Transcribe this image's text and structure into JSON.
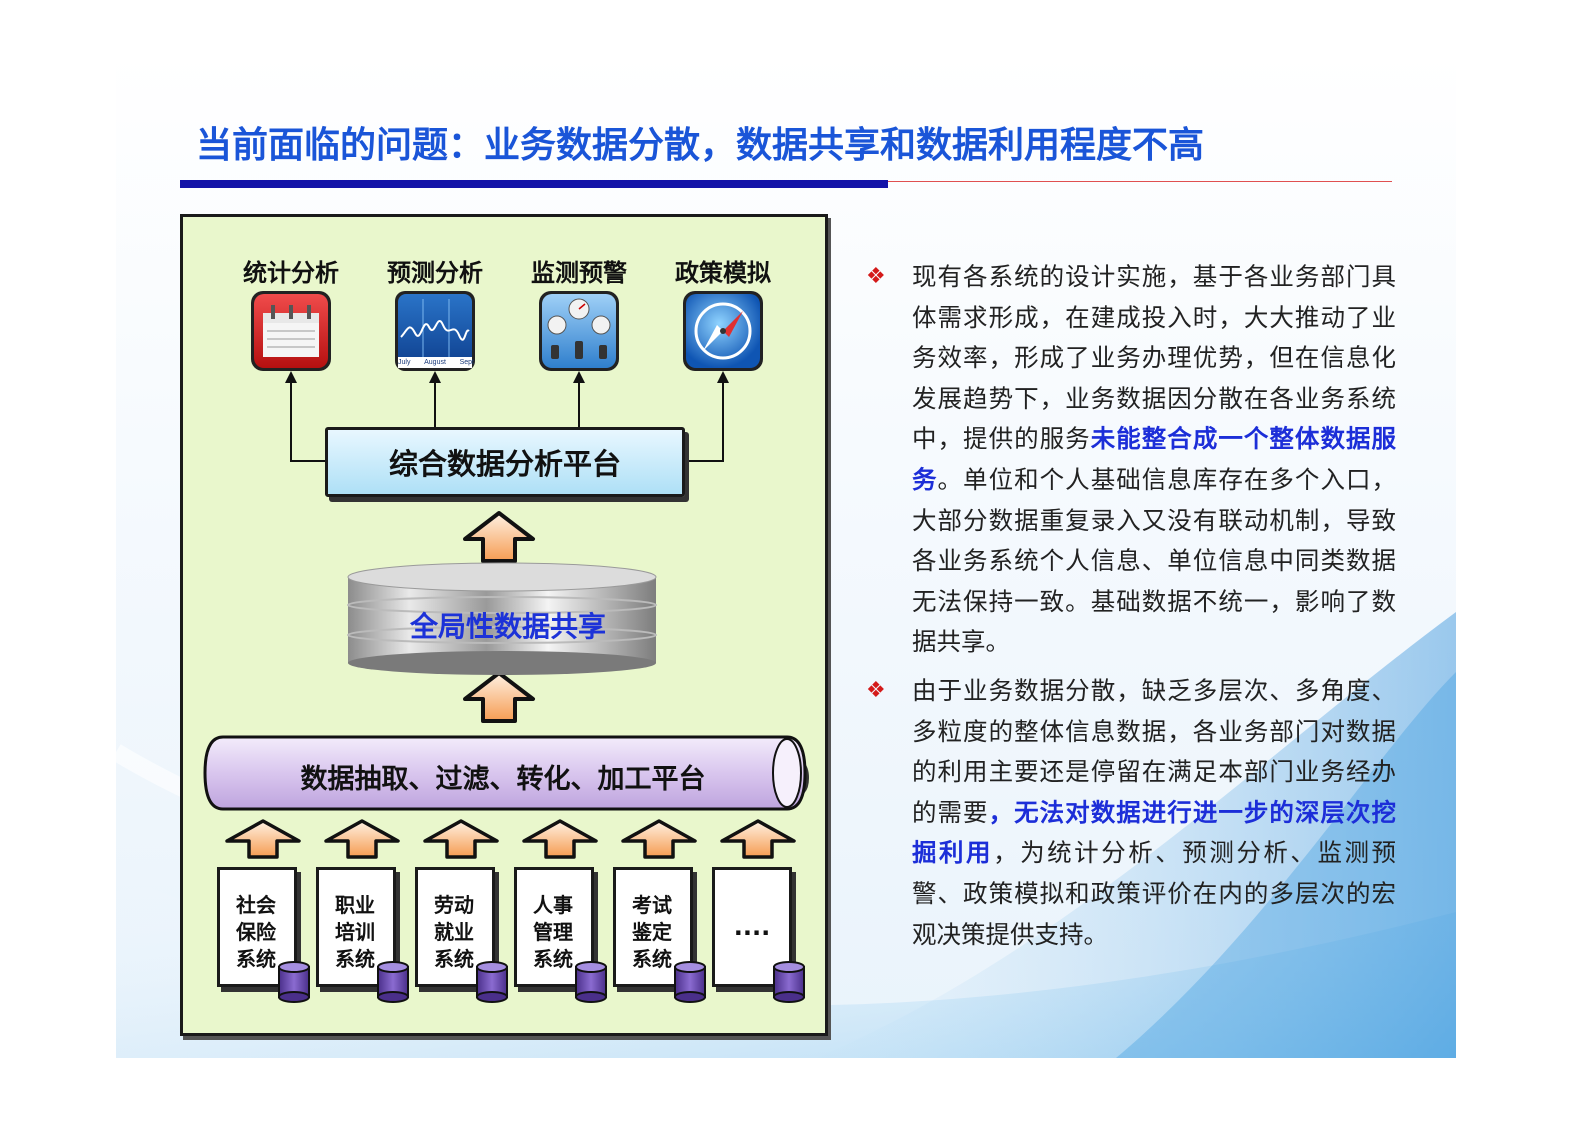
{
  "title": "当前面临的问题：业务数据分散，数据共享和数据利用程度不高",
  "diagram": {
    "apps": [
      {
        "label": "统计分析",
        "icon": "calendar-icon"
      },
      {
        "label": "预测分析",
        "icon": "wave-chart-icon"
      },
      {
        "label": "监测预警",
        "icon": "gauge-panel-icon"
      },
      {
        "label": "政策模拟",
        "icon": "compass-icon"
      }
    ],
    "chart_months": [
      "July",
      "August",
      "Sept"
    ],
    "platform_label": "综合数据分析平台",
    "share_label": "全局性数据共享",
    "pipe_label": "数据抽取、过滤、转化、加工平台",
    "systems": [
      {
        "lines": [
          "社会",
          "保险",
          "系统"
        ]
      },
      {
        "lines": [
          "职业",
          "培训",
          "系统"
        ]
      },
      {
        "lines": [
          "劳动",
          "就业",
          "系统"
        ]
      },
      {
        "lines": [
          "人事",
          "管理",
          "系统"
        ]
      },
      {
        "lines": [
          "考试",
          "鉴定",
          "系统"
        ]
      },
      {
        "lines": [
          "...."
        ]
      }
    ],
    "colors": {
      "panel": "#e9f7cc",
      "platform": "#aee0f6",
      "pipe": "#d9c6ee",
      "arrow": "#f9b77a",
      "db_cap": "#6a4bb0",
      "share_text": "#1c32d8"
    }
  },
  "bullets": [
    {
      "marker": "❖",
      "parts": [
        {
          "text": "现有各系统的设计实施，基于各业务部门具体需求形成，在建成投入时，大大推动了业务效率，形成了业务办理优势，但在信息化发展趋势下，业务数据因分散在各业务系统中，提供的服务",
          "highlight": false
        },
        {
          "text": "未能整合成一个整体数据服务",
          "highlight": true
        },
        {
          "text": "。单位和个人基础信息库存在多个入口，大部分数据重复录入又没有联动机制，导致各业务系统个人信息、单位信息中同类数据无法保持一致。基础数据不统一，影响了数据共享。",
          "highlight": false
        }
      ]
    },
    {
      "marker": "❖",
      "parts": [
        {
          "text": "由于业务数据分散，缺乏多层次、多角度、多粒度的整体信息数据，各业务部门对数据的利用主要还是停留在满足本部门业务经办的需要",
          "highlight": false
        },
        {
          "text": "，无法对数据进行进一步的深层次挖掘利用",
          "highlight": true
        },
        {
          "text": "，为统计分析、预测分析、监测预警、政策模拟和政策评价在内的多层次的宏观决策提供支持。",
          "highlight": false
        }
      ]
    }
  ]
}
